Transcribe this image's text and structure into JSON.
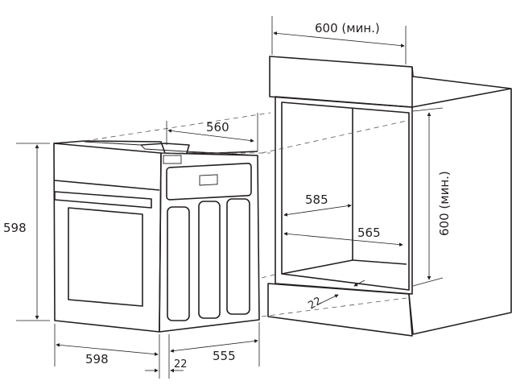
{
  "dimensions": {
    "oven_height": "598",
    "oven_width": "598",
    "oven_depth_top": "560",
    "oven_front_thickness": "22",
    "oven_body_depth": "555",
    "niche_width": "600 (мин.)",
    "niche_height": "600 (мин.)",
    "niche_inner_width": "585",
    "niche_inner_depth": "565",
    "niche_front_offset": "22"
  },
  "colors": {
    "line": "#231f20",
    "background": "#ffffff"
  }
}
